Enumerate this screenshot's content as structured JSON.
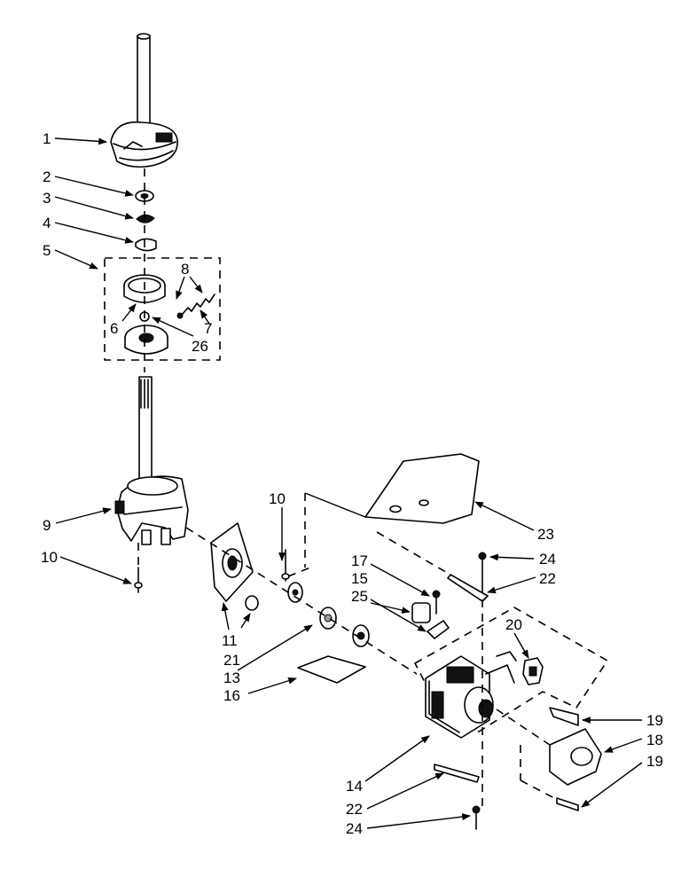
{
  "callouts": {
    "c1": "1",
    "c2": "2",
    "c3": "3",
    "c4": "4",
    "c5": "5",
    "c6": "6",
    "c7": "7",
    "c8": "8",
    "c26": "26",
    "c9": "9",
    "c10a": "10",
    "c10b": "10",
    "c11": "11",
    "c21": "21",
    "c13": "13",
    "c16": "16",
    "c17": "17",
    "c15": "15",
    "c25": "25",
    "c23": "23",
    "c24a": "24",
    "c22a": "22",
    "c20": "20",
    "c19a": "19",
    "c18": "18",
    "c19b": "19",
    "c14": "14",
    "c22b": "22",
    "c24b": "24"
  }
}
